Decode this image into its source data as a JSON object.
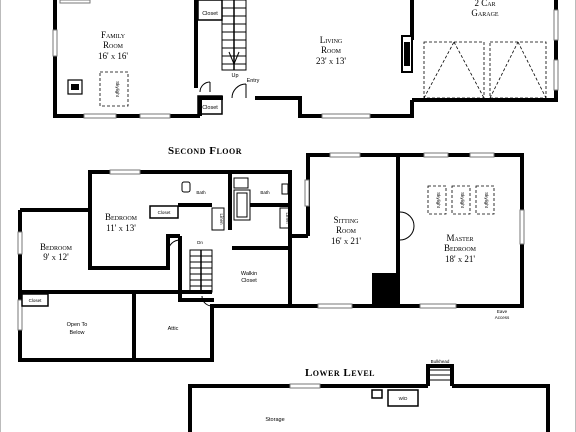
{
  "headings": {
    "second_floor": "Second Floor",
    "lower_level": "Lower Level"
  },
  "first_floor": {
    "family_room": {
      "name": "Family",
      "name2": "Room",
      "dims": "16' x 16'"
    },
    "living_room": {
      "name": "Living",
      "name2": "Room",
      "dims": "23' x 13'"
    },
    "garage": {
      "name": "2 Car",
      "name2": "Garage"
    },
    "closet_top": "Closet",
    "closet_bottom": "Closet",
    "up": "Up",
    "entry": "Entry",
    "skylight": "Skylight"
  },
  "second_floor": {
    "bedroom_left": {
      "name": "Bedroom",
      "dims": "9' x 12'"
    },
    "bedroom_mid": {
      "name": "Bedroom",
      "dims": "11' x 13'"
    },
    "sitting_room": {
      "name": "Sitting",
      "name2": "Room",
      "dims": "16' x 21'"
    },
    "master_bedroom": {
      "name": "Master",
      "name2": "Bedroom",
      "dims": "18' x 21'"
    },
    "walkin_closet": {
      "name": "Walkin",
      "name2": "Closet"
    },
    "open_to_below": {
      "name": "Open To",
      "name2": "Below"
    },
    "attic": "Attic",
    "bath_1": "Bath",
    "bath_2": "Bath",
    "closet_left": "Closet",
    "closet_mid": "Closet",
    "linen_1": "Linen",
    "linen_2": "Linen",
    "dn": "Dn",
    "eave": "Eave",
    "access": "Access",
    "skylight": "Skylight"
  },
  "lower_level": {
    "storage": "Storage",
    "wd": "W/D",
    "bulkhead": "Bulkhead"
  }
}
